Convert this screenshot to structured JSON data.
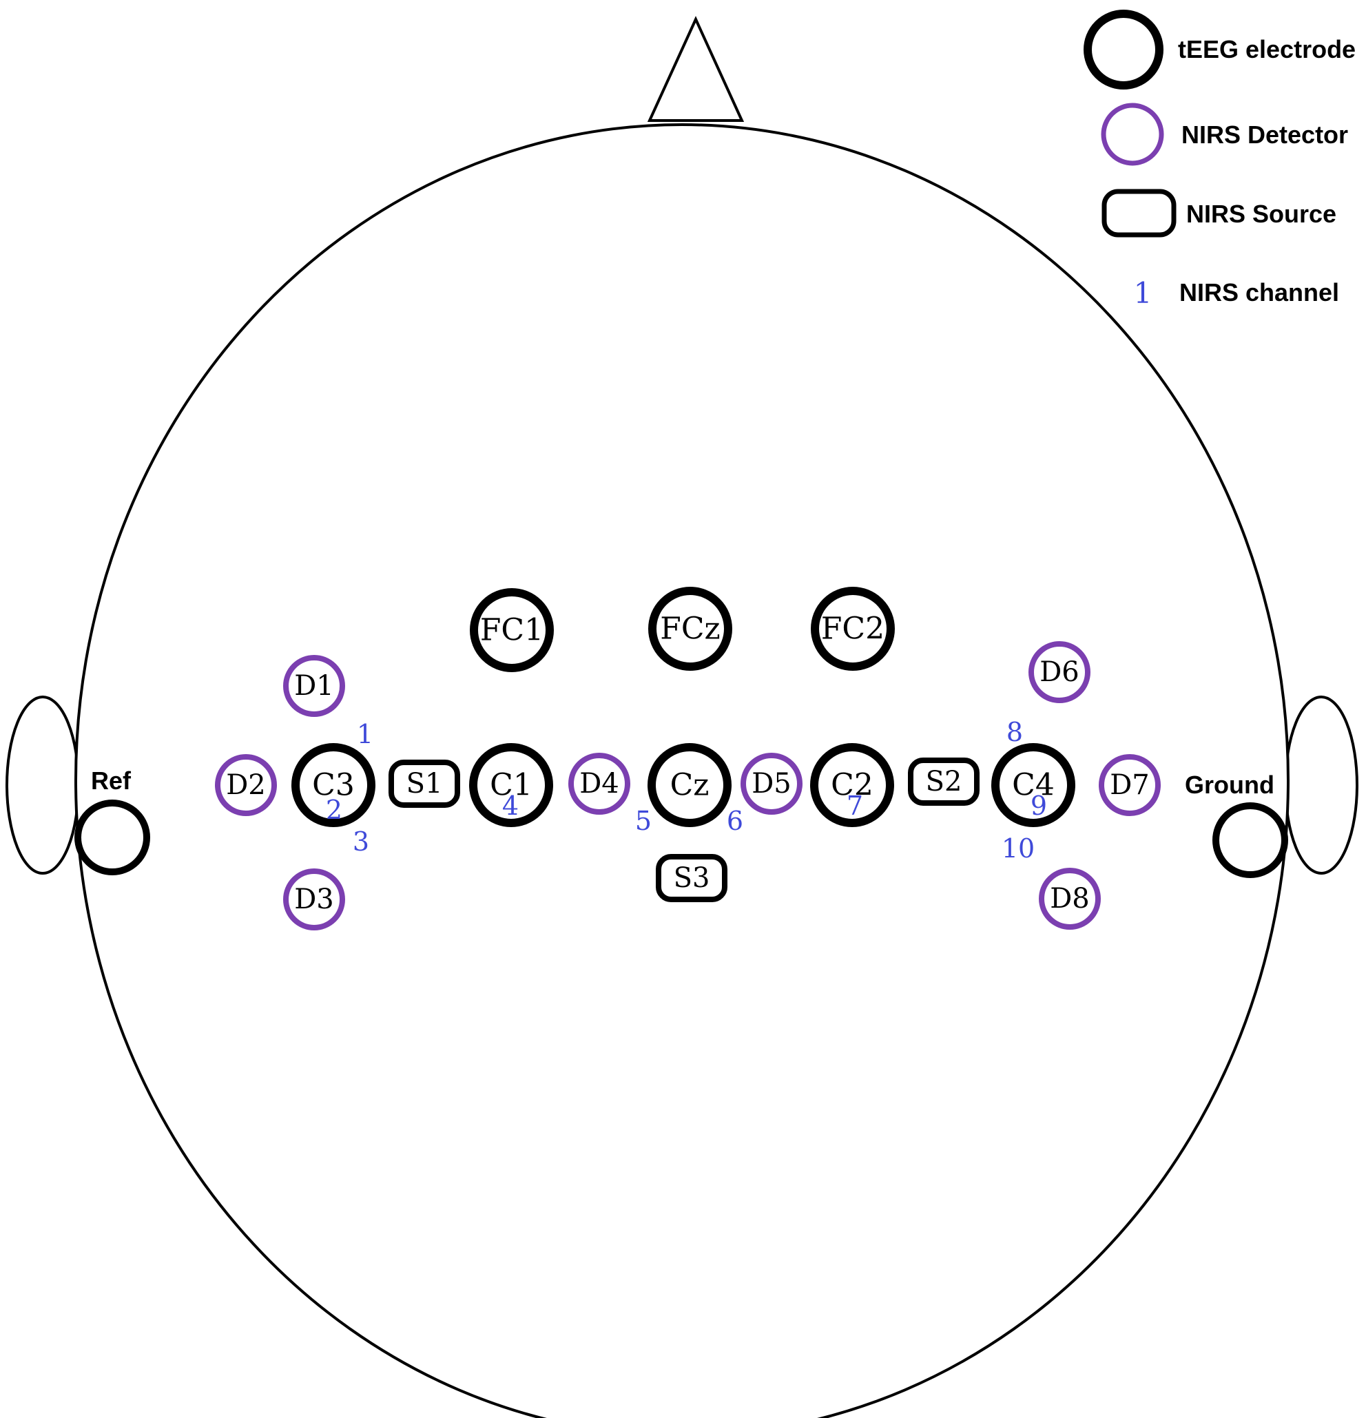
{
  "colors": {
    "outline": "#000000",
    "detector": "#7b3fb0",
    "channel": "#3f4ad9"
  },
  "legend": {
    "teeg": "tEEG electrode",
    "detector": "NIRS Detector",
    "source": "NIRS Source",
    "channel_sample": "1",
    "channel": "NIRS channel"
  },
  "labels": {
    "ref": "Ref",
    "ground": "Ground"
  },
  "electrodes": [
    "FC1",
    "FCz",
    "FC2",
    "C3",
    "C1",
    "Cz",
    "C2",
    "C4"
  ],
  "detectors": [
    "D1",
    "D2",
    "D3",
    "D4",
    "D5",
    "D6",
    "D7",
    "D8"
  ],
  "sources": [
    "S1",
    "S2",
    "S3"
  ],
  "channels": [
    "1",
    "2",
    "3",
    "4",
    "5",
    "6",
    "7",
    "8",
    "9",
    "10"
  ]
}
